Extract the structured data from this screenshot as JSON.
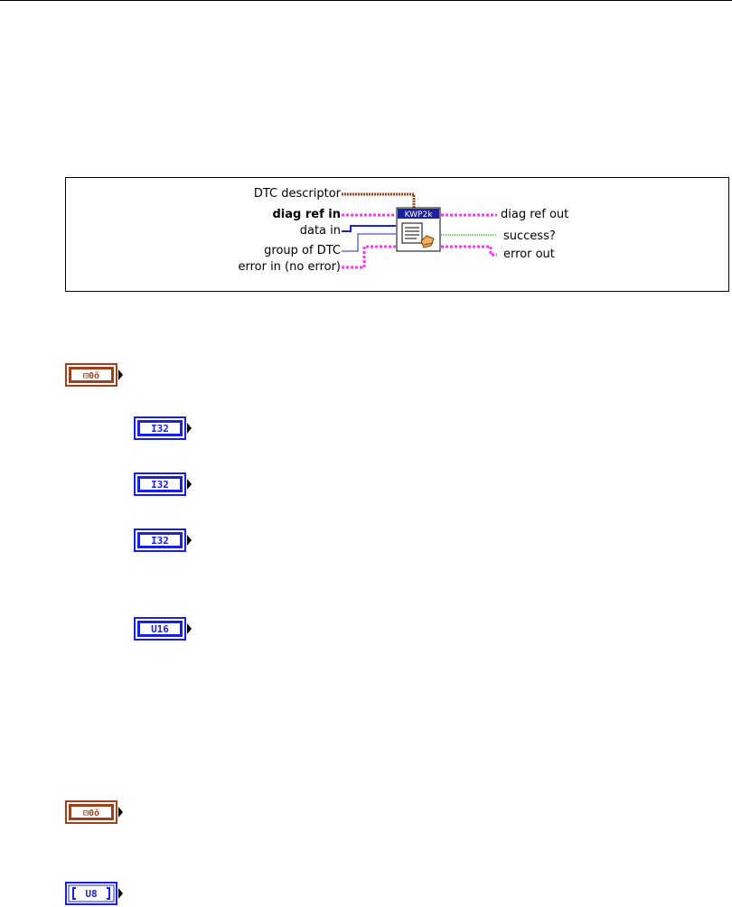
{
  "connector_pane": {
    "inputs": {
      "dtc_descriptor": "DTC descriptor",
      "diag_ref_in": "diag ref in",
      "data_in": "data in",
      "group_of_dtc": "group of DTC",
      "error_in": "error in (no error)"
    },
    "outputs": {
      "diag_ref_out": "diag ref out",
      "success": "success?",
      "error_out": "error out"
    },
    "vi_icon_label": "KWP2k"
  },
  "terminals": [
    {
      "type_label": "",
      "color": "#a0401a",
      "kind": "cluster"
    },
    {
      "type_label": "I32",
      "color": "#1a20e0",
      "kind": "numeric"
    },
    {
      "type_label": "I32",
      "color": "#1a20e0",
      "kind": "numeric"
    },
    {
      "type_label": "I32",
      "color": "#1a20e0",
      "kind": "numeric"
    },
    {
      "type_label": "U16",
      "color": "#1a20e0",
      "kind": "numeric"
    },
    {
      "type_label": "",
      "color": "#a0401a",
      "kind": "cluster"
    },
    {
      "type_label": "U8",
      "color": "#1a20e0",
      "kind": "array"
    }
  ],
  "colors": {
    "cluster_brown": "#a0401a",
    "refnum_pink": "#ff33ff",
    "numeric_blue": "#1a20e0",
    "boolean_green": "#008000"
  }
}
